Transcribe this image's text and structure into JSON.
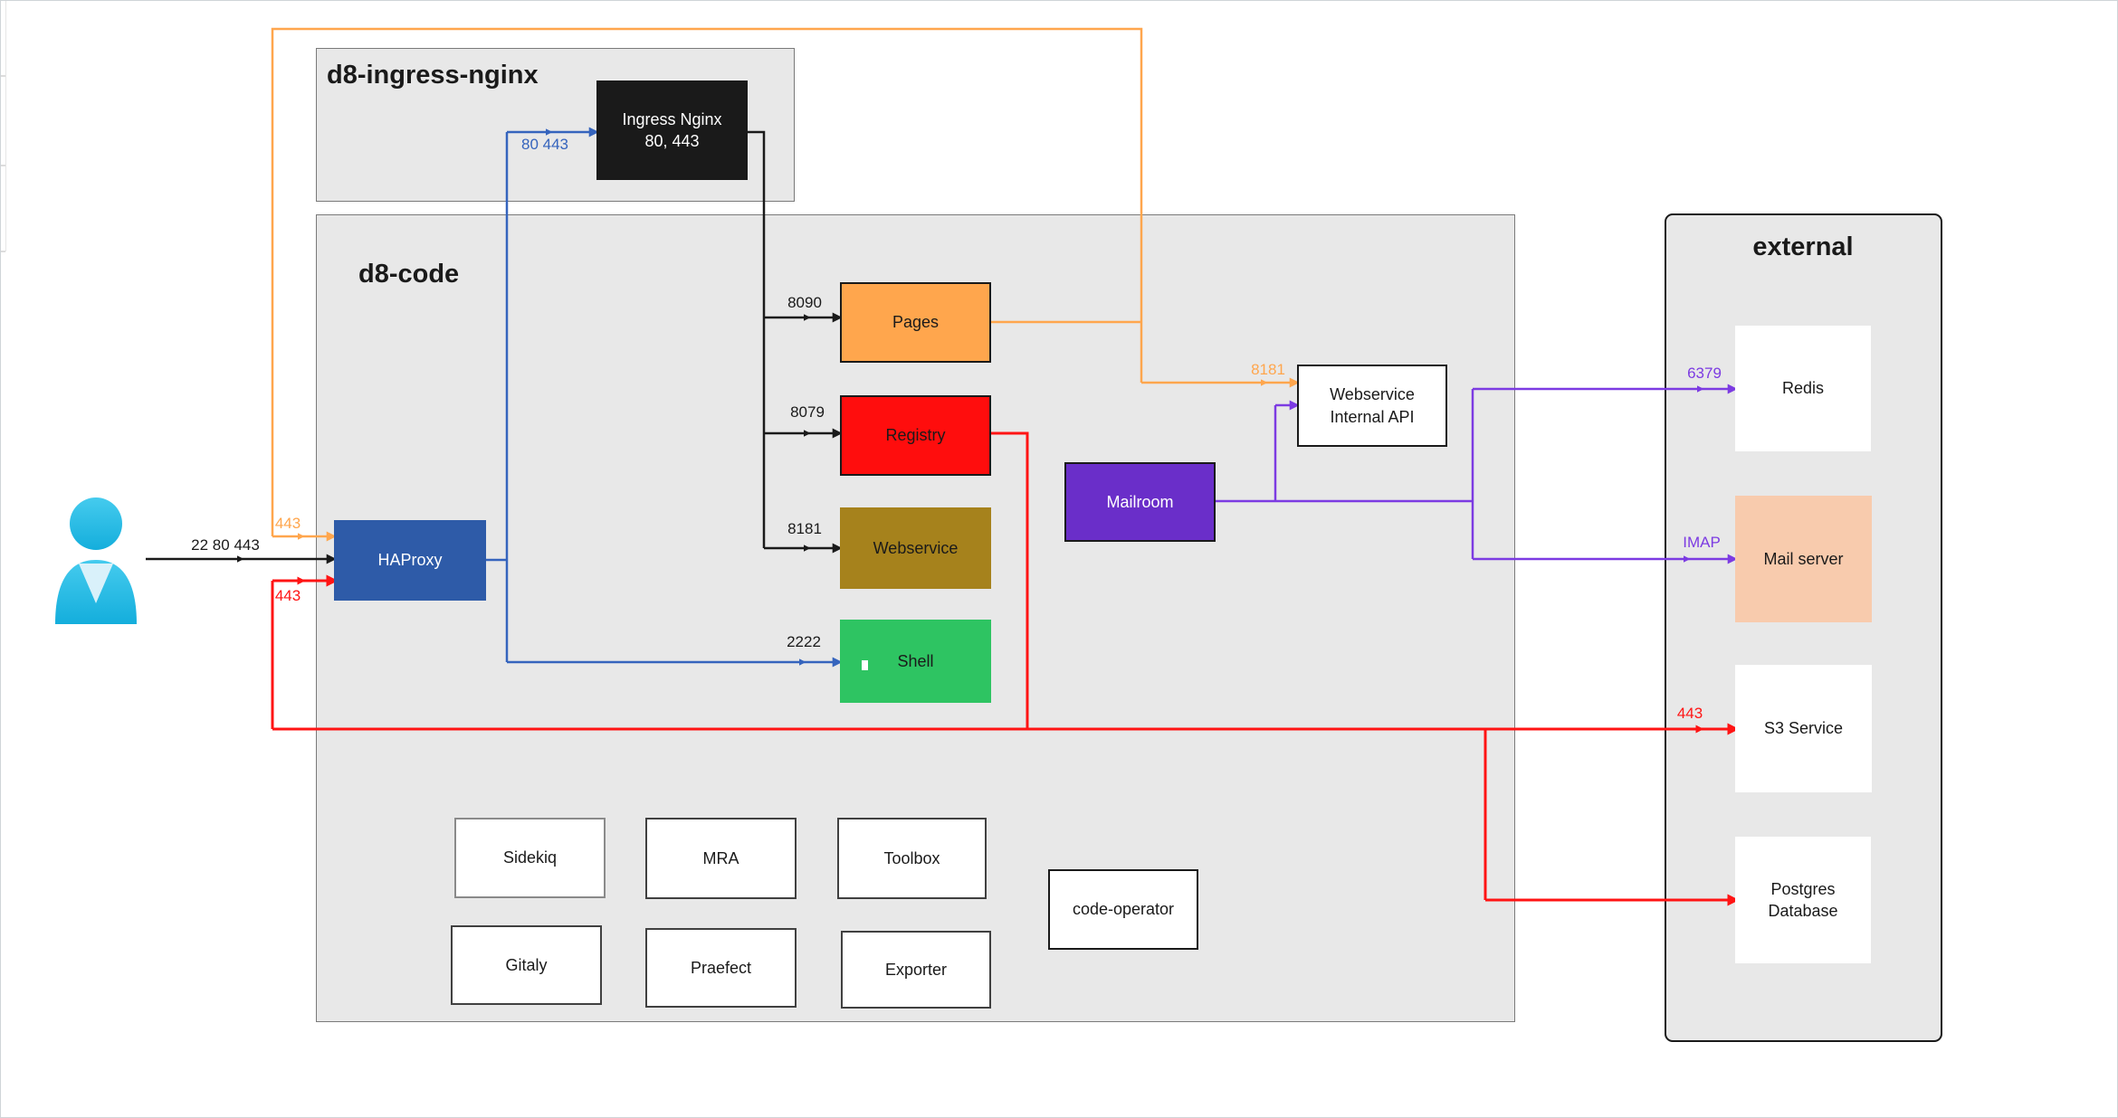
{
  "panels": {
    "ingress": {
      "title": "d8-ingress-nginx"
    },
    "code": {
      "title": "d8-code"
    },
    "external": {
      "title": "external"
    }
  },
  "nodes": {
    "ingress_nginx": {
      "label": "Ingress Nginx",
      "sublabel": "80, 443"
    },
    "haproxy": {
      "label": "HAProxy"
    },
    "pages": {
      "label": "Pages"
    },
    "registry": {
      "label": "Registry"
    },
    "webservice": {
      "label": "Webservice"
    },
    "shell": {
      "label": "Shell"
    },
    "mailroom": {
      "label": "Mailroom"
    },
    "webservice_internal_api": {
      "label": "Webservice Internal API"
    },
    "redis": {
      "label": "Redis"
    },
    "mail_server": {
      "label": "Mail server"
    },
    "s3": {
      "label": "S3 Service"
    },
    "postgres": {
      "label": "Postgres Database"
    },
    "sidekiq": {
      "label": "Sidekiq"
    },
    "mra": {
      "label": "MRA"
    },
    "toolbox": {
      "label": "Toolbox"
    },
    "gitaly": {
      "label": "Gitaly"
    },
    "praefect": {
      "label": "Praefect"
    },
    "exporter": {
      "label": "Exporter"
    },
    "code_operator": {
      "label": "code-operator"
    }
  },
  "edge_labels": {
    "user_to_haproxy": "22 80 443",
    "haproxy_to_ingress": "80 443",
    "ingress_to_pages": "8090",
    "ingress_to_registry": "8079",
    "ingress_to_webservice": "8181",
    "haproxy_to_shell": "2222",
    "pages_to_haproxy": "443",
    "pages_to_internal_api": "8181",
    "registry_to_haproxy": "443",
    "registry_to_s3": "443",
    "mailroom_to_redis": "6379",
    "mailroom_to_mail": "IMAP"
  },
  "colors": {
    "panel_fill": "#e8e8e8",
    "edge_black": "#1a1a1a",
    "edge_blue": "#3564bd",
    "edge_orange": "#ffa64d",
    "edge_red": "#ff1414",
    "edge_purple": "#7c3be2",
    "haproxy_fill": "#2e5ba8",
    "ingress_nginx_fill": "#1a1a1a",
    "pages_fill": "#ffa64d",
    "registry_fill": "#ff0d0d",
    "webservice_fill": "#a6821c",
    "shell_fill": "#2ec462",
    "mailroom_fill": "#6a2ec9",
    "mail_server_fill": "#f8cbad",
    "user_icon_fill": "#2bc0e8"
  }
}
